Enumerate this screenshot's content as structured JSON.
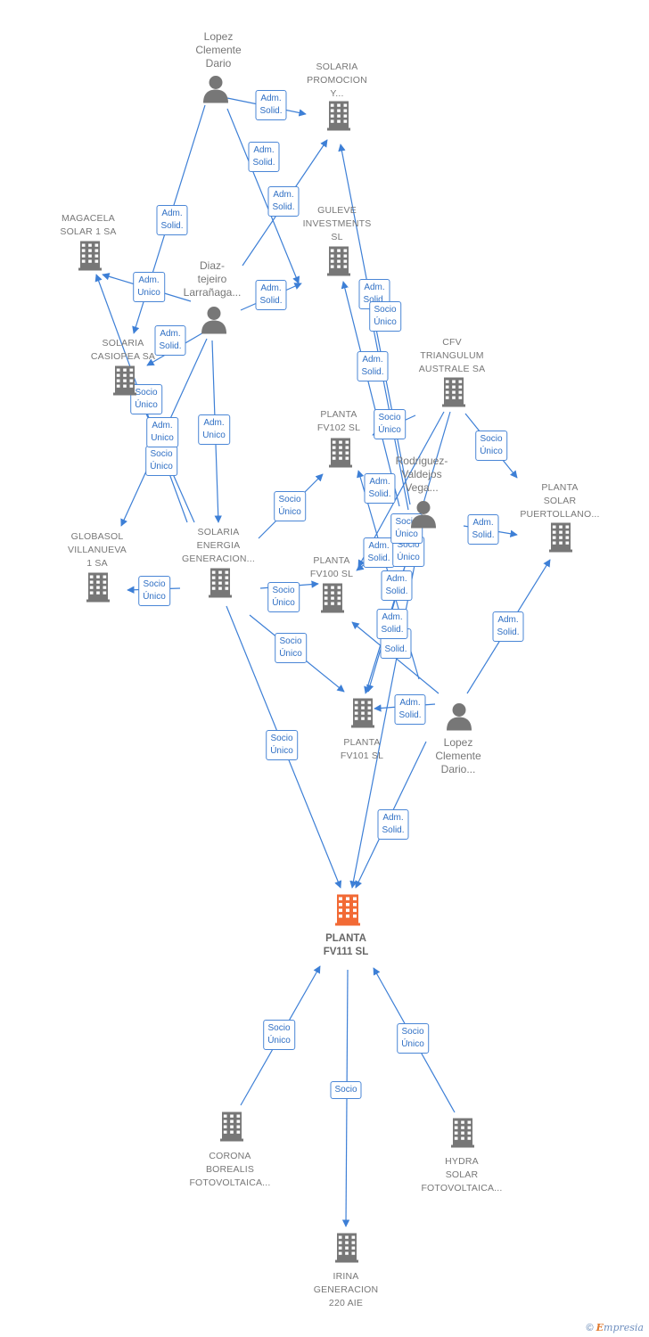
{
  "colors": {
    "edge": "#3d7fd6",
    "node": "#777777",
    "focus": "#f26a35"
  },
  "nodes": [
    {
      "id": "lopez1",
      "type": "person",
      "label": "Lopez\nClemente\nDario"
    },
    {
      "id": "solaria_prom",
      "type": "company",
      "label": "SOLARIA\nPROMOCION\nY..."
    },
    {
      "id": "magacela",
      "type": "company",
      "label": "MAGACELA\nSOLAR 1 SA"
    },
    {
      "id": "guleve",
      "type": "company",
      "label": "GULEVE\nINVESTMENTS\nSL"
    },
    {
      "id": "diaz",
      "type": "person",
      "label": "Diaz-\ntejeiro\nLarrañaga..."
    },
    {
      "id": "casiopea",
      "type": "company",
      "label": "SOLARIA\nCASIOPEA SA"
    },
    {
      "id": "cfv",
      "type": "company",
      "label": "CFV\nTRIANGULUM\nAUSTRALE SA"
    },
    {
      "id": "fv102",
      "type": "company",
      "label": "PLANTA\nFV102  SL"
    },
    {
      "id": "rodriguez",
      "type": "person",
      "label": "Rodriguez-\nValdejos\nVega..."
    },
    {
      "id": "puertollano",
      "type": "company",
      "label": "PLANTA\nSOLAR\nPUERTOLLANO..."
    },
    {
      "id": "globasol",
      "type": "company",
      "label": "GLOBASOL\nVILLANUEVA\n1 SA"
    },
    {
      "id": "solaria_energia",
      "type": "company",
      "label": "SOLARIA\nENERGIA\nGENERACION..."
    },
    {
      "id": "fv100",
      "type": "company",
      "label": "PLANTA\nFV100  SL"
    },
    {
      "id": "fv101",
      "type": "company",
      "label": "PLANTA\nFV101  SL"
    },
    {
      "id": "lopez2",
      "type": "person",
      "label": "Lopez\nClemente\nDario..."
    },
    {
      "id": "fv111",
      "type": "focus",
      "label": "PLANTA\nFV111  SL"
    },
    {
      "id": "corona",
      "type": "company",
      "label": "CORONA\nBOREALIS\nFOTOVOLTAICA..."
    },
    {
      "id": "hydra",
      "type": "company",
      "label": "HYDRA\nSOLAR\nFOTOVOLTAICA..."
    },
    {
      "id": "irina",
      "type": "company",
      "label": "IRINA\nGENERACION\n220 AIE"
    }
  ],
  "edges": [
    {
      "from": "lopez1",
      "to": "solaria_prom",
      "label": "Adm.\nSolid."
    },
    {
      "from": "lopez1",
      "to": "guleve",
      "label": "Adm.\nSolid."
    },
    {
      "from": "lopez1",
      "to": "casiopea",
      "label": "Adm.\nSolid."
    },
    {
      "from": "diaz",
      "to": "solaria_prom",
      "label": "Adm.\nSolid."
    },
    {
      "from": "diaz",
      "to": "guleve",
      "label": "Adm.\nSolid."
    },
    {
      "from": "diaz",
      "to": "magacela",
      "label": "Adm.\nUnico"
    },
    {
      "from": "diaz",
      "to": "casiopea",
      "label": "Adm.\nSolid."
    },
    {
      "from": "diaz",
      "to": "solaria_energia",
      "label": "Adm.\nUnico"
    },
    {
      "from": "diaz",
      "to": "globasol",
      "label": "Socio\nÚnico"
    },
    {
      "from": "solaria_energia",
      "to": "magacela",
      "label": "Socio\nÚnico"
    },
    {
      "from": "solaria_energia",
      "to": "casiopea",
      "label": "Adm.\nUnico"
    },
    {
      "from": "solaria_energia",
      "to": "globasol",
      "label": "Socio\nÚnico"
    },
    {
      "from": "solaria_energia",
      "to": "fv102",
      "label": "Socio\nÚnico"
    },
    {
      "from": "solaria_energia",
      "to": "fv100",
      "label": "Socio\nÚnico"
    },
    {
      "from": "solaria_energia",
      "to": "fv101",
      "label": "Socio\nÚnico"
    },
    {
      "from": "solaria_energia",
      "to": "fv111",
      "label": "Socio\nÚnico"
    },
    {
      "from": "rodriguez",
      "to": "solaria_prom",
      "label": "Adm.\nSolid."
    },
    {
      "from": "rodriguez",
      "to": "guleve",
      "label": "Socio\nÚnico"
    },
    {
      "from": "rodriguez",
      "to": "guleve",
      "label": "Adm.\nSolid."
    },
    {
      "from": "rodriguez",
      "to": "puertollano",
      "label": "Adm.\nSolid."
    },
    {
      "from": "rodriguez",
      "to": "fv100",
      "label": "Adm.\nSolid."
    },
    {
      "from": "rodriguez",
      "to": "fv101",
      "label": "Adm.\nSolid."
    },
    {
      "from": "rodriguez",
      "to": "fv111",
      "label": "Adm.\nSolid."
    },
    {
      "from": "cfv",
      "to": "fv102",
      "label": "Socio\nÚnico"
    },
    {
      "from": "cfv",
      "to": "puertollano",
      "label": "Socio\nÚnico"
    },
    {
      "from": "cfv",
      "to": "fv100",
      "label": "Socio\nÚnico"
    },
    {
      "from": "cfv",
      "to": "fv101",
      "label": "Socio\nÚnico"
    },
    {
      "from": "lopez2",
      "to": "puertollano",
      "label": "Adm.\nSolid."
    },
    {
      "from": "lopez2",
      "to": "fv102",
      "label": "Adm.\nSolid."
    },
    {
      "from": "lopez2",
      "to": "fv100",
      "label": "Adm.\nSolid."
    },
    {
      "from": "lopez2",
      "to": "fv101",
      "label": "Adm.\nSolid."
    },
    {
      "from": "lopez2",
      "to": "fv111",
      "label": "Adm.\nSolid."
    },
    {
      "from": "corona",
      "to": "fv111",
      "label": "Socio\nÚnico"
    },
    {
      "from": "hydra",
      "to": "fv111",
      "label": "Socio\nÚnico"
    },
    {
      "from": "fv111",
      "to": "irina",
      "label": "Socio"
    }
  ],
  "footer": {
    "symbol": "©",
    "brand_initial": "E",
    "brand_rest": "mpresia"
  }
}
